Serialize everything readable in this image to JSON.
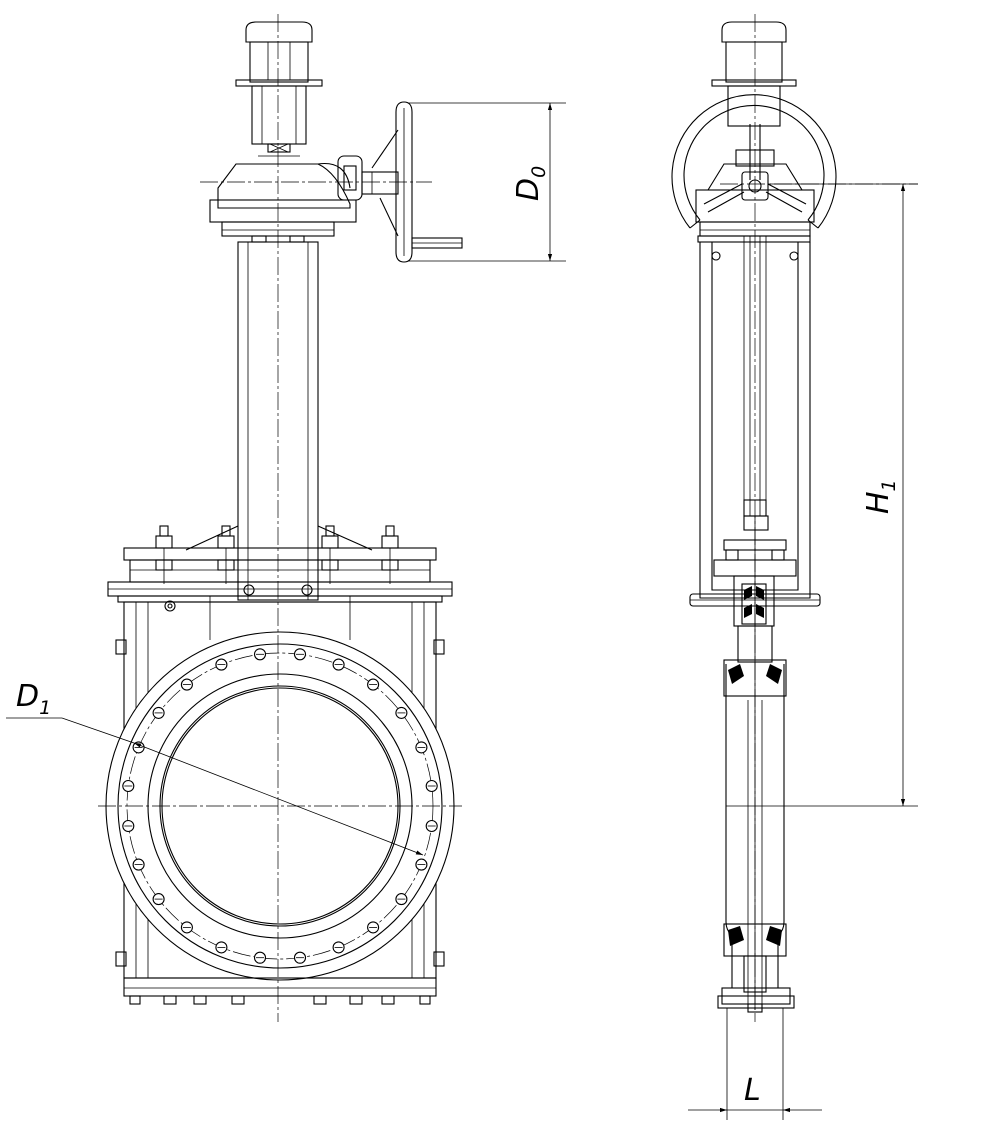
{
  "labels": {
    "d0": "D",
    "d0_sub": "0",
    "d1": "D",
    "d1_sub": "1",
    "h1": "H",
    "h1_sub": "1",
    "l": "L"
  },
  "colors": {
    "line": "#000000",
    "background": "#ffffff"
  }
}
